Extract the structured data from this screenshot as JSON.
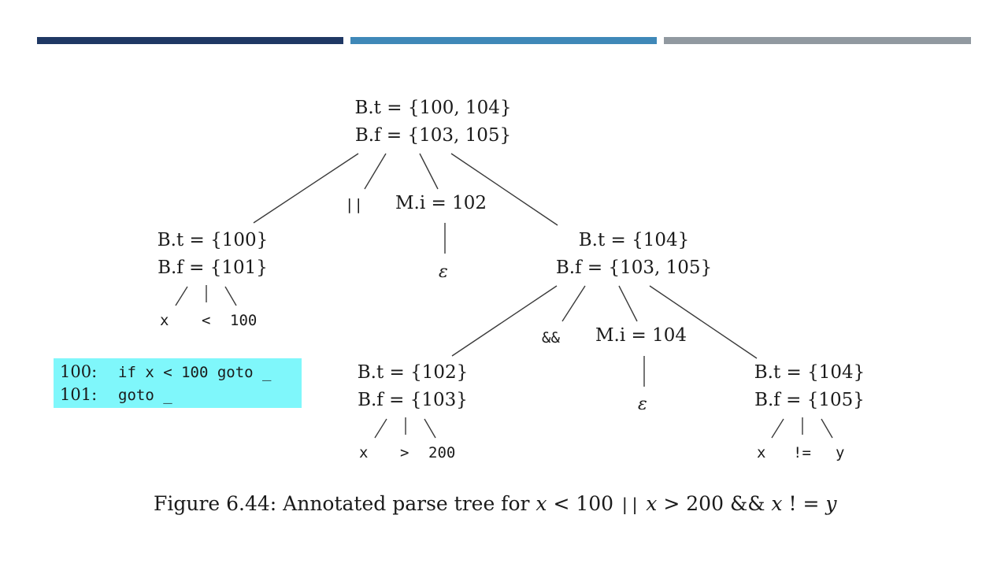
{
  "header": {
    "bar_colors": [
      "#1f3864",
      "#3f88b8",
      "#9199a0"
    ]
  },
  "tree": {
    "root": {
      "t": "B.t = {100, 104}",
      "f": "B.f = {103, 105}"
    },
    "left": {
      "t": "B.t = {100}",
      "f": "B.f = {101}",
      "leaves": [
        "x",
        "<",
        "100"
      ]
    },
    "or_op": "||",
    "m1": {
      "label": "M.i = 102",
      "epsilon": "ε"
    },
    "right": {
      "t": "B.t = {104}",
      "f": "B.f = {103, 105}"
    },
    "and_op": "&&",
    "m2": {
      "label": "M.i = 104",
      "epsilon": "ε"
    },
    "right_left": {
      "t": "B.t = {102}",
      "f": "B.f = {103}",
      "leaves": [
        "x",
        ">",
        "200"
      ]
    },
    "right_right": {
      "t": "B.t = {104}",
      "f": "B.f = {105}",
      "leaves": [
        "x",
        "!=",
        "y"
      ]
    }
  },
  "code": {
    "background": "#7ff7fb",
    "lines": [
      {
        "num": "100:",
        "text": "if x < 100 goto _"
      },
      {
        "num": "101:",
        "text": "goto _"
      }
    ]
  },
  "caption": {
    "prefix": "Figure 6.44: Annotated parse tree for",
    "expr": [
      "x",
      "<",
      "100",
      "||",
      "x",
      ">",
      "200",
      "&&",
      "x",
      "! =",
      "y"
    ]
  }
}
